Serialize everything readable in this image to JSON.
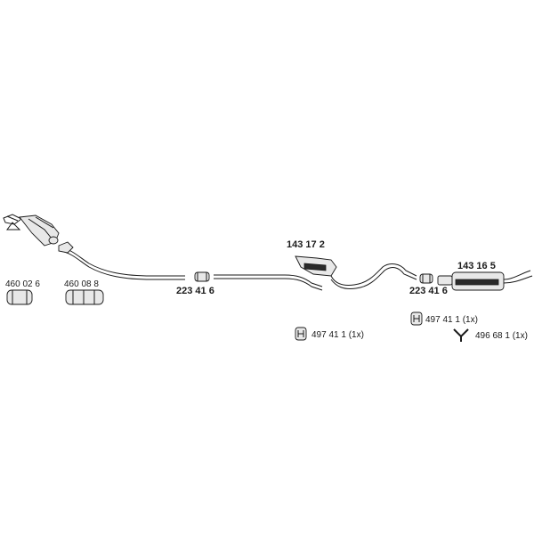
{
  "parts": {
    "front_pipe_connector_1": "460 02 6",
    "front_pipe_connector_2": "460 08 8",
    "clamp_front": "223 41 6",
    "center_silencer": "143 17 2",
    "clamp_rear": "223 41 6",
    "rear_silencer": "143 16 5"
  },
  "hardware": {
    "mount_center": "497 41 1 (1x)",
    "mount_rear": "497 41 1 (1x)",
    "hanger_rear": "496 68 1 (1x)"
  },
  "colors": {
    "line": "#1a1a1a",
    "fill": "#e8e8e8",
    "background": "#ffffff"
  }
}
